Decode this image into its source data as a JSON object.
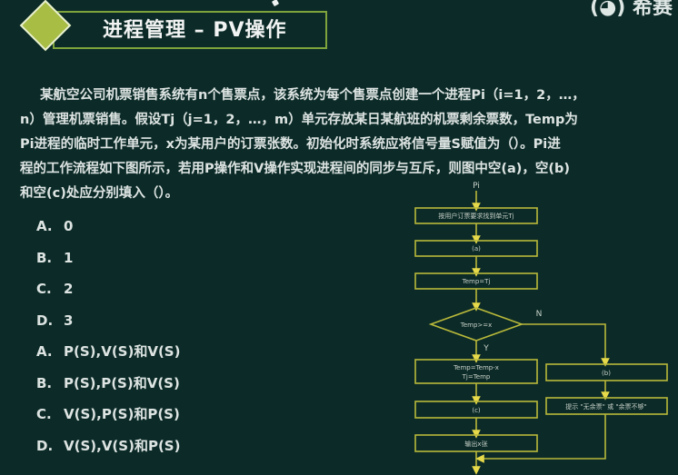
{
  "header": {
    "title": "进程管理 – PV操作",
    "brand": "(◕) 希赛"
  },
  "question": {
    "lines": [
      "某航空公司机票销售系统有n个售票点，该系统为每个售票点创建一个进程Pi（i=1，2，…，",
      "n）管理机票销售。假设Tj（j=1，2，…，m）单元存放某日某航班的机票剩余票数，Temp为",
      "Pi进程的临时工作单元，x为某用户的订票张数。初始化时系统应将信号量S赋值为（）。Pi进",
      "程的工作流程如下图所示，若用P操作和V操作实现进程间的同步与互斥，则图中空(a)，空(b)",
      "和空(c)处应分别填入（）。"
    ]
  },
  "options": [
    {
      "letter": "A.",
      "text": "0"
    },
    {
      "letter": "B.",
      "text": "1"
    },
    {
      "letter": "C.",
      "text": "2"
    },
    {
      "letter": "D.",
      "text": "3"
    },
    {
      "letter": "A.",
      "text": "P(S),V(S)和V(S)"
    },
    {
      "letter": "B.",
      "text": "P(S),P(S)和V(S)"
    },
    {
      "letter": "C.",
      "text": "V(S),P(S)和P(S)"
    },
    {
      "letter": "D.",
      "text": "V(S),V(S)和P(S)"
    }
  ],
  "flowchart": {
    "start": "Pi",
    "box1": "按用户订票要求找到单元Tj",
    "box_a": "(a)",
    "box_temp": "Temp=Tj",
    "decision": "Temp>=x",
    "yes_label": "Y",
    "no_label": "N",
    "box_update_1": "Temp=Temp-x",
    "box_update_2": "Tj=Temp",
    "box_b": "(b)",
    "box_c": "(c)",
    "box_output": "输出x张",
    "box_prompt": "提示 \"无余票\" 或 \"余票不够\""
  },
  "colors": {
    "background": "#0c2b28",
    "accent_green": "#a7bd44",
    "title_border": "#7ea33c",
    "flow_line": "#b9b83a",
    "arrow": "#e6d94a"
  }
}
